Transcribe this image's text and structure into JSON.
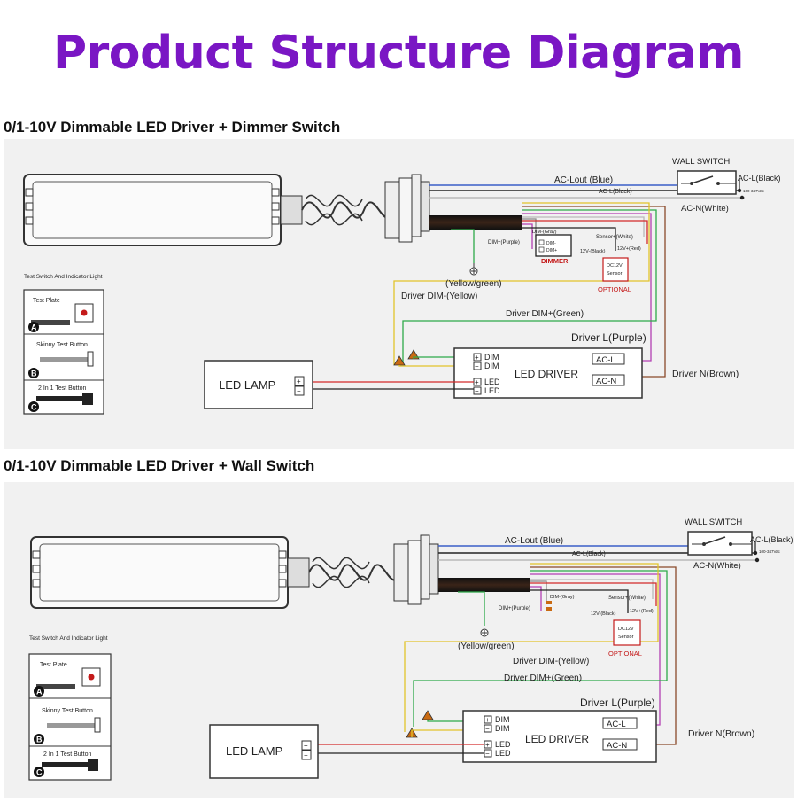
{
  "title": "Product Structure Diagram",
  "diagrams": [
    {
      "heading": "0/1-10V Dimmable LED Driver + Dimmer Switch",
      "wall_switch": "WALL SWITCH",
      "ac_l_black": "AC-L(Black)",
      "voltage": "100-347Vac",
      "ac_n_white": "AC-N(White)",
      "ac_lout_blue": "AC-Lout (Blue)",
      "ac_l_black_small": "AC-L(Black)",
      "dim_gray": "DIM-(Gray)",
      "dim_purple": "DIM+(Purple)",
      "dimmer_minus": "DIM-",
      "dimmer_plus": "DIM+",
      "dimmer": "DIMMER",
      "sensor_white": "Sensor+(White)",
      "sensor_red": "12V+(Red)",
      "sensor_black": "12V-(Black)",
      "sensor_box_1": "DC12V",
      "sensor_box_2": "Sensor",
      "optional": "OPTIONAL",
      "ground": "(Yellow/green)",
      "driver_dim_minus": "Driver DIM-(Yellow)",
      "driver_dim_plus": "Driver DIM+(Green)",
      "driver_l": "Driver L(Purple)",
      "driver_n": "Driver N(Brown)",
      "led_driver": "LED DRIVER",
      "term_dim1": "DIM",
      "term_dim2": "DIM",
      "term_led1": "LED",
      "term_led2": "LED",
      "term_acl": "AC-L",
      "term_acn": "AC-N",
      "plus": "+",
      "minus": "−",
      "led_lamp": "LED LAMP",
      "test_header": "Test Switch And Indicator Light",
      "test_plate": "Test Plate",
      "skinny": "Skinny Test Button",
      "two_in_one": "2 In 1 Test Button",
      "badge_a": "A",
      "badge_b": "B",
      "badge_c": "C"
    },
    {
      "heading": "0/1-10V Dimmable LED Driver + Wall Switch",
      "wall_switch": "WALL SWITCH",
      "ac_l_black": "AC-L(Black)",
      "voltage": "100-347Vac",
      "ac_n_white": "AC-N(White)",
      "ac_lout_blue": "AC-Lout (Blue)",
      "ac_l_black_small": "AC-L(Black)",
      "dim_gray": "DIM-(Gray)",
      "dim_purple": "DIM+(Purple)",
      "sensor_white": "Sensor+(White)",
      "sensor_red": "12V+(Red)",
      "sensor_black": "12V-(Black)",
      "sensor_box_1": "DC12V",
      "sensor_box_2": "Sensor",
      "optional": "OPTIONAL",
      "ground": "(Yellow/green)",
      "driver_dim_minus": "Driver DIM-(Yellow)",
      "driver_dim_plus": "Driver DIM+(Green)",
      "driver_l": "Driver L(Purple)",
      "driver_n": "Driver N(Brown)",
      "led_driver": "LED DRIVER",
      "term_dim1": "DIM",
      "term_dim2": "DIM",
      "term_led1": "LED",
      "term_led2": "LED",
      "term_acl": "AC-L",
      "term_acn": "AC-N",
      "plus": "+",
      "minus": "−",
      "led_lamp": "LED LAMP",
      "test_header": "Test Switch And Indicator Light",
      "test_plate": "Test Plate",
      "skinny": "Skinny Test Button",
      "two_in_one": "2 In 1 Test Button",
      "badge_a": "A",
      "badge_b": "B",
      "badge_c": "C"
    }
  ],
  "colors": {
    "title": "#7a16c4",
    "blue": "#3a5fc8",
    "black": "#222222",
    "white_wire": "#b9b9b9",
    "purple": "#b33fb3",
    "brown": "#8a4a2a",
    "yellow": "#e2c42a",
    "green": "#2eaa4a",
    "red": "#d42a2a",
    "gray": "#8a8a8a",
    "optional_red": "#c41a1a"
  }
}
